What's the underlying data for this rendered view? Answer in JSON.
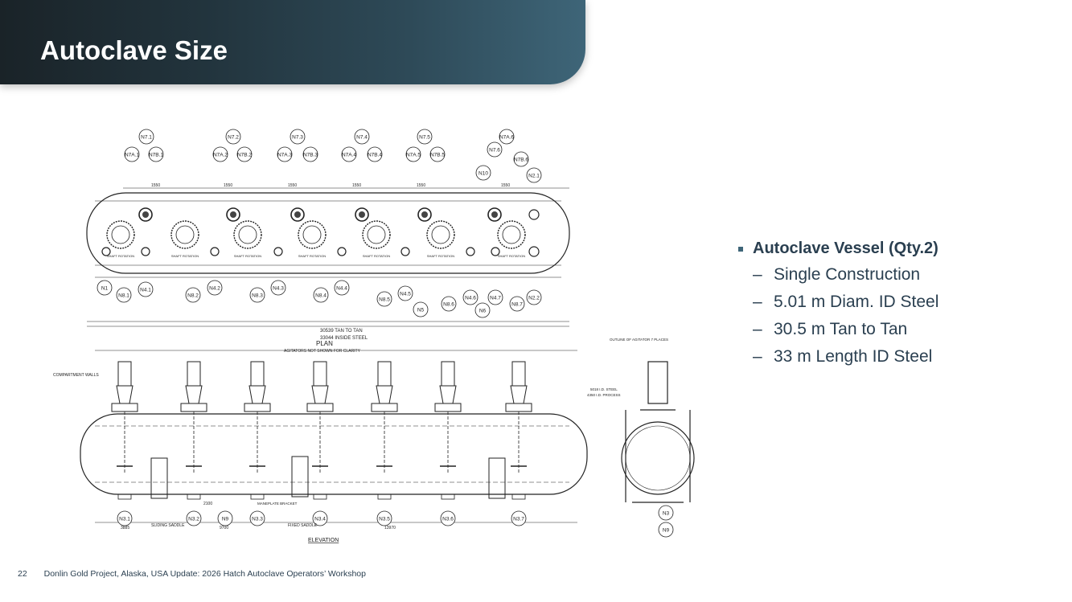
{
  "slide": {
    "title": "Autoclave Size",
    "page_number": "22",
    "footer": "Donlin Gold Project, Alaska, USA Update: 2026 Hatch Autoclave Operators’ Workshop"
  },
  "bullets": {
    "main": "Autoclave Vessel (Qty.2)",
    "items": [
      "Single Construction",
      "5.01 m Diam. ID Steel",
      "30.5 m Tan to Tan",
      "33 m Length ID Steel"
    ]
  },
  "drawing": {
    "plan_label": "PLAN",
    "plan_note": "AGITATORS NOT SHOWN FOR CLARITY",
    "elevation_label": "ELEVATION",
    "tan_to_tan": "30539 TAN TO TAN",
    "inside_steel": "33044 INSIDE STEEL",
    "top_labels": [
      "N7.1",
      "N7.2",
      "N7.3",
      "N7.4",
      "N7.5",
      "N7A.6"
    ],
    "second_labels": [
      "N7A.1",
      "N7B.1",
      "N7A.2",
      "N7B.2",
      "N7A.3",
      "N7B.3",
      "N7A.4",
      "N7B.4",
      "N7A.5",
      "N7B.5",
      "N7.6",
      "N7B.6"
    ],
    "side_labels": [
      "N10",
      "N2.1",
      "N2.2"
    ],
    "bottom_labels": [
      "N1",
      "N8.1",
      "N4.1",
      "N8.2",
      "N4.2",
      "N8.3",
      "N4.3",
      "N8.4",
      "N4.4",
      "N8.5",
      "N4.5",
      "N5",
      "N8.6",
      "N4.6",
      "N6",
      "N4.7",
      "N8.7"
    ],
    "elevation_labels": [
      "N3.1",
      "N3.2",
      "N9",
      "N3.3",
      "N3.4",
      "N3.5",
      "N3.6",
      "N3.7"
    ],
    "end_view_labels": [
      "N3",
      "N9"
    ],
    "dim_1550": "1550",
    "shaft_rotation": "SHAFT ROTATION",
    "compartment_walls": "COMPARTMENT WALLS",
    "sliding_saddle": "SLIDING SADDLE",
    "fixed_saddle": "FIXED SADDLE",
    "manway_bracket": "MANEPLATE BRACKET",
    "outline_label": "OUTLINE OF AGITATOR 7 PLACES",
    "id_steel": "5018 I.D. STEEL",
    "id_process": "4350 I.D. PROCESS",
    "dim_9700": "9700",
    "dim_13970": "13970",
    "dim_2100": "2100",
    "dim_3885": "3885"
  }
}
